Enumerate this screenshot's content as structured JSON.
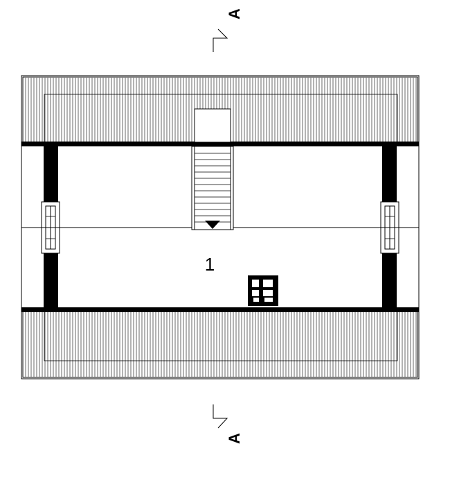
{
  "drawing": {
    "room_label": "1",
    "section_top_label": "A",
    "section_bottom_label": "A"
  },
  "colors": {
    "line": "#000000",
    "background": "#ffffff"
  },
  "icons": {
    "chimney": "chimney-icon",
    "stair_arrow": "arrow-down-icon",
    "window_left": "window-icon",
    "window_right": "window-icon"
  }
}
